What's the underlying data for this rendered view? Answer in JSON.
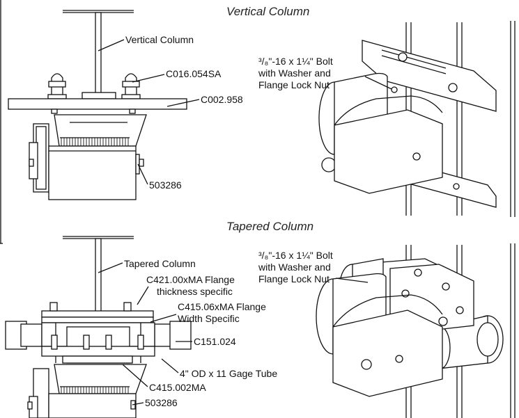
{
  "sections": [
    {
      "title": "Vertical Column"
    },
    {
      "title": "Tapered Column"
    }
  ],
  "labels": {
    "vertical_column": "Vertical Column",
    "c016_054sa": "C016.054SA",
    "c002_958": "C002.958",
    "p503286_top": "503286",
    "bolt_line1": "³/₈\"-16 x 1¼\" Bolt",
    "bolt_line2": "with Washer and",
    "bolt_line3": "Flange Lock Nut",
    "tapered_column": "Tapered Column",
    "c421_line1": "C421.00xMA Flange",
    "c421_line2": "thickness specific",
    "c415_06_line1": "C415.06xMA Flange",
    "c415_06_line2": "Width Specific",
    "c151_024": "C151.024",
    "tube": "4\" OD x 11 Gage Tube",
    "c415_002ma": "C415.002MA",
    "p503286_bottom": "503286"
  }
}
